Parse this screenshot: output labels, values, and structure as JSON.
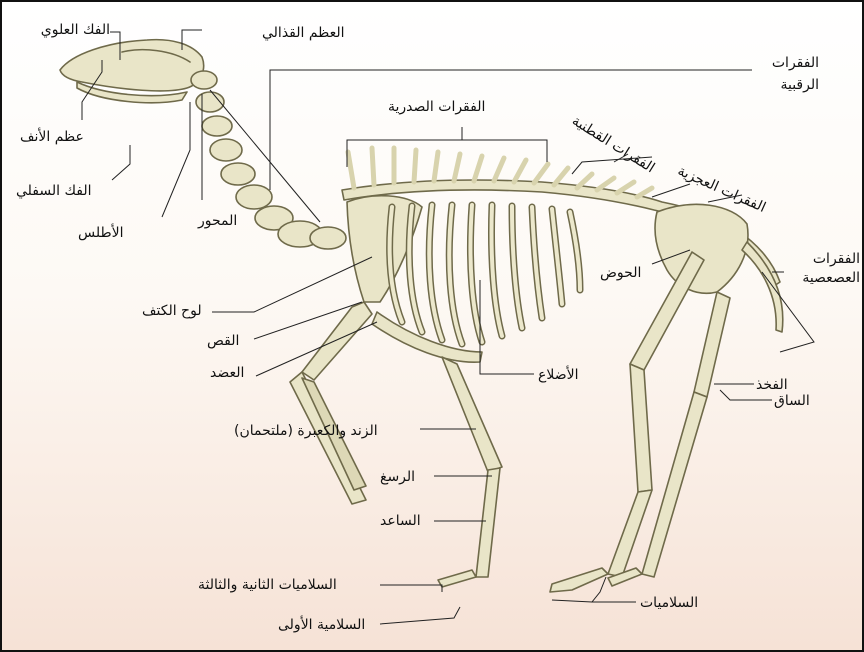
{
  "labels": {
    "upper_jaw": "الفك العلوي",
    "occipital": "العظم القذالي",
    "cervical": "الفقرات الرقبية",
    "nasal": "عظم الأنف",
    "thoracic": "الفقرات الصدرية",
    "lumbar": "الفقرات القطنية",
    "sacral": "الفقرات العجزية",
    "lower_jaw": "الفك السفلي",
    "axis": "المحور",
    "atlas": "الأطلس",
    "coccygeal": "الفقرات العصعصية",
    "pelvis": "الحوض",
    "scapula": "لوح الكتف",
    "sternum": "القص",
    "humerus": "العضد",
    "femur": "الفخذ",
    "ribs": "الأضلاع",
    "tibia": "الساق",
    "radius_ulna": "الزند والكعبرة (ملتحمان)",
    "carpus": "الرسغ",
    "forearm": "الساعد",
    "second_third_phalanges": "السلاميات الثانية والثالثة",
    "phalanges": "السلاميات",
    "first_phalanx": "السلامية الأولى"
  },
  "colors": {
    "bone": "#e9e5c8",
    "bone_stroke": "#6f6a4a",
    "bone_shadow": "#b9b38c",
    "leader": "#222222"
  }
}
